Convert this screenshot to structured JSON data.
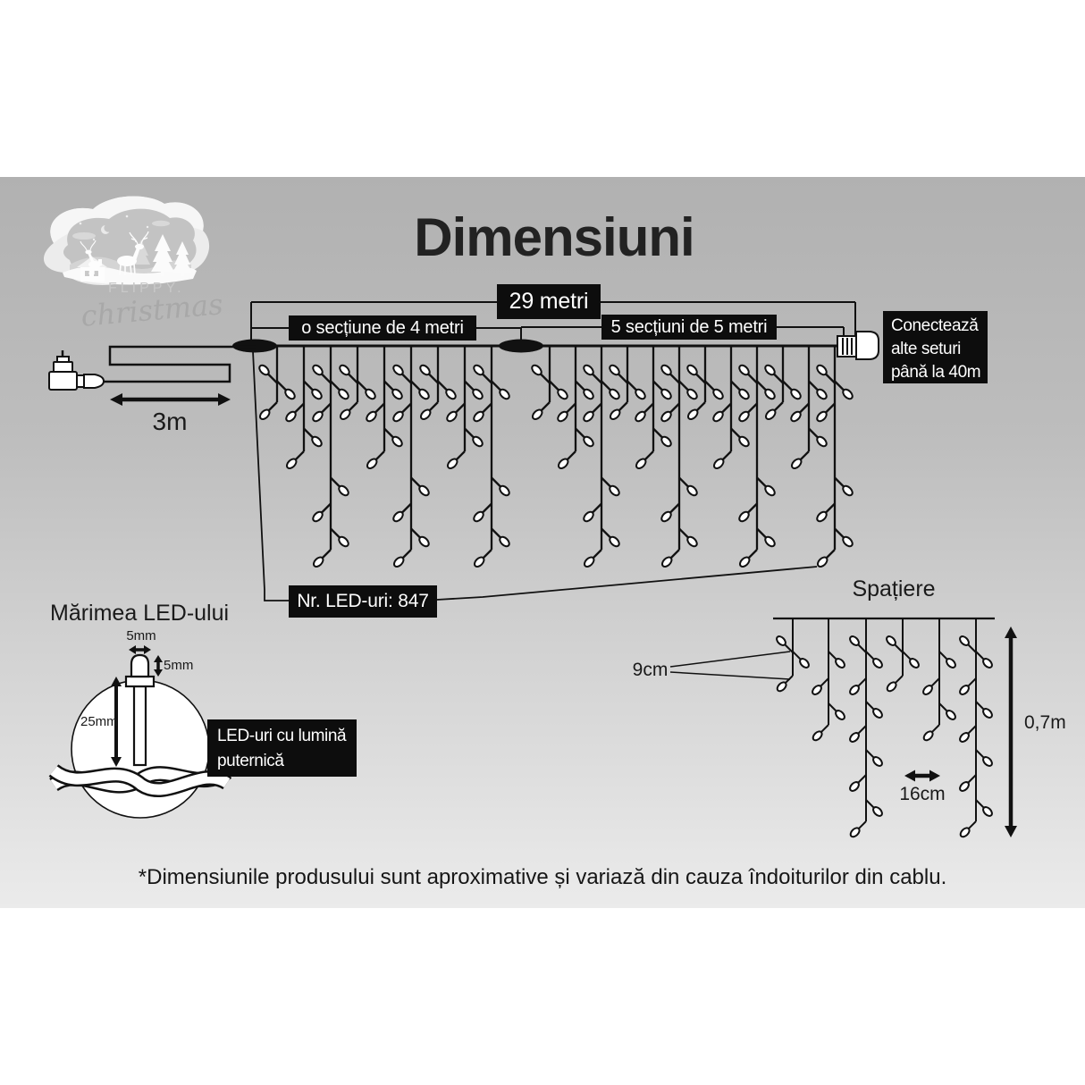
{
  "page": {
    "title": "Dimensiuni",
    "disclaimer": "*Dimensiunile produsului sunt aproximative și variază din cauza îndoiturilor din cablu.",
    "bg_top": "#b1b1b1",
    "bg_bottom": "#ebebeb"
  },
  "logo": {
    "brand": "FLIPPY.",
    "sub": "christmas"
  },
  "measurements": {
    "total_length": "29 metri",
    "section_left": "o secțiune de 4 metri",
    "section_right": "5 secțiuni de 5 metri",
    "connect_note_lines": [
      "Conectează",
      "alte seturi",
      "până la 40m"
    ],
    "lead_length": "3m",
    "led_count": "Nr. LED-uri: 847"
  },
  "spacing": {
    "title": "Spațiere",
    "vertical_gap": "9cm",
    "drop_height": "0,7m",
    "horizontal_gap": "16cm"
  },
  "led_size": {
    "title": "Mărimea LED-ului",
    "width": "5mm",
    "height": "5mm",
    "length": "25mm",
    "note_lines": [
      "LED-uri cu lumină",
      "puternică"
    ]
  },
  "colors": {
    "box_bg": "#0d0d0d",
    "box_text": "#ffffff",
    "line": "#111111"
  }
}
